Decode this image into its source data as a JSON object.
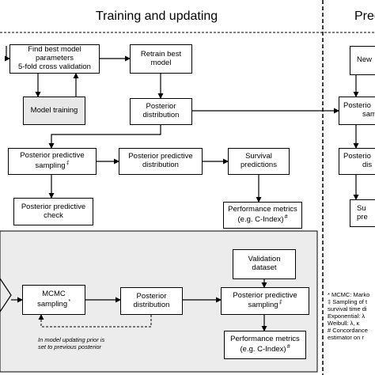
{
  "headers": {
    "training": "Training and updating",
    "prediction": "Prec"
  },
  "boxes": {
    "find_best": [
      "Find best model",
      "parameters",
      "5-fold cross validation"
    ],
    "retrain": [
      "Retrain best",
      "model"
    ],
    "model_training": "Model training",
    "posterior_dist_top": [
      "Posterior",
      "distribution"
    ],
    "pp_sampling": [
      "Posterior predictive",
      "sampling"
    ],
    "pp_sampling_mark": "‡",
    "pp_distribution": [
      "Posterior predictive",
      "distribution"
    ],
    "survival_pred": [
      "Survival",
      "predictions"
    ],
    "pp_check": [
      "Posterior predictive",
      "check"
    ],
    "perf_top": [
      "Performance metrics",
      "(e.g. C-Index)"
    ],
    "perf_top_mark": "#",
    "validation": [
      "Validation",
      "dataset"
    ],
    "mcmc": [
      "MCMC",
      "sampling"
    ],
    "mcmc_mark": "*",
    "posterior_dist_bottom": [
      "Posterior",
      "distribution"
    ],
    "pp_sampling_bottom": [
      "Posterior predictive",
      "sampling"
    ],
    "pp_sampling_bottom_mark": "‡",
    "perf_bottom": [
      "Performance metrics",
      "(e.g. C-Index)"
    ],
    "perf_bottom_mark": "#"
  },
  "right_column": {
    "new": "New",
    "posterior": [
      "Posterio",
      "sam"
    ],
    "posterior2": [
      "Posterio",
      "dis"
    ],
    "survival": [
      "Su",
      "pre"
    ]
  },
  "notes": {
    "model_updating": [
      "In model updating prior is",
      "set to previous posterior"
    ],
    "legend": [
      "* MCMC: Marko",
      "‡ Sampling of t",
      "survival time di",
      "Exponential: λ",
      "Weibull: λ, κ",
      "# Concordance",
      "estimator on r"
    ]
  }
}
